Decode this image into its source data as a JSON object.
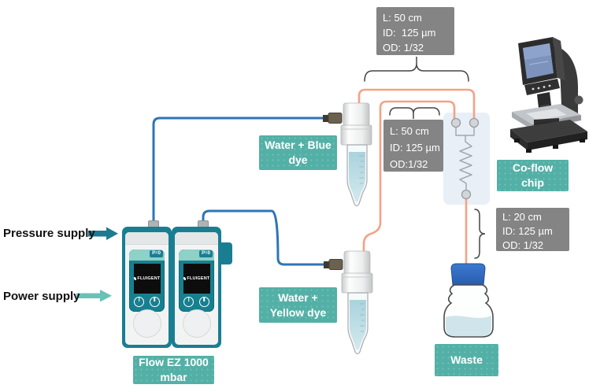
{
  "colors": {
    "teal_label": "#53b0a6",
    "gray_label": "#848484",
    "blue_tubing": "#2e75b6",
    "orange_tubing": "#f5a185",
    "device_teal": "#1a7e93",
    "pressure_arrow": "#1d7b8f",
    "power_arrow": "#68c2b8",
    "waste_cap": "#2f6ec0"
  },
  "tubing_labels": {
    "blue_to_chip": [
      "L: 50 cm",
      "ID:  125 µm",
      "OD: 1/32"
    ],
    "yellow_to_chip": [
      "L: 50 cm",
      "ID: 125 µm",
      "OD:1/32"
    ],
    "chip_to_waste": [
      "L: 20 cm",
      "ID: 125 µm",
      "OD: 1/32"
    ]
  },
  "component_labels": {
    "blue_reservoir": [
      "Water + Blue",
      "dye"
    ],
    "yellow_reservoir": [
      "Water +",
      "Yellow dye"
    ],
    "coflow_chip": [
      "Co-flow",
      "chip"
    ],
    "flow_ez": [
      "Flow EZ 1000",
      "mbar"
    ],
    "waste": [
      "Waste"
    ]
  },
  "supply_labels": {
    "pressure": "Pressure supply",
    "power": "Power supply"
  },
  "device": {
    "brand": "FLUIGENT",
    "status": "P=0"
  }
}
